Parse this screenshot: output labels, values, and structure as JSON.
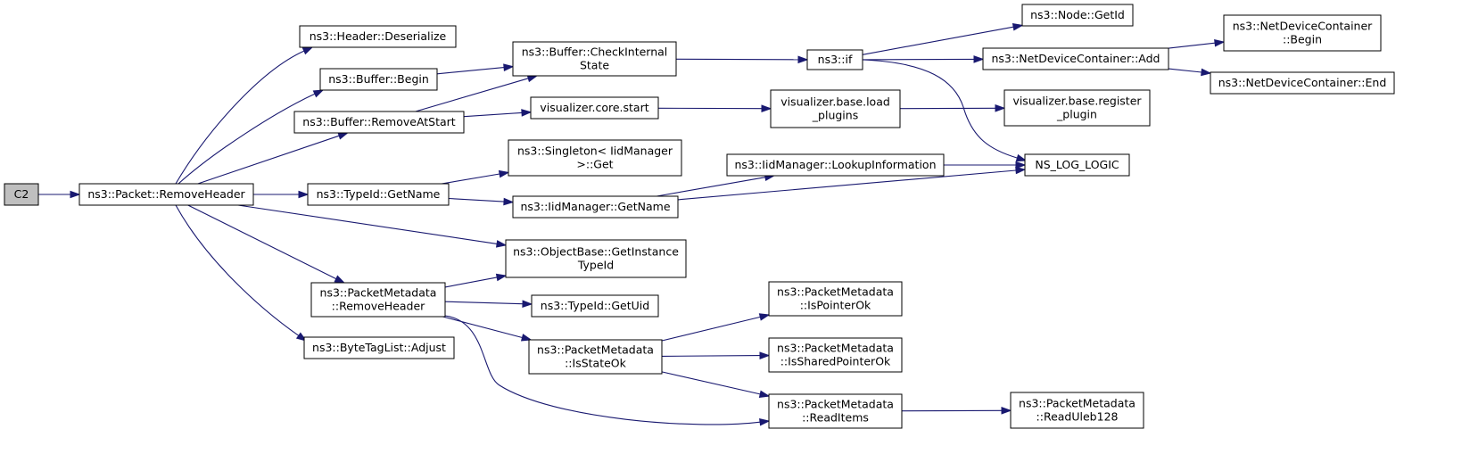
{
  "nodes": {
    "c2": {
      "lines": [
        "C2"
      ]
    },
    "remove_header": {
      "lines": [
        "ns3::Packet::RemoveHeader"
      ]
    },
    "header_deserialize": {
      "lines": [
        "ns3::Header::Deserialize"
      ]
    },
    "buffer_begin": {
      "lines": [
        "ns3::Buffer::Begin"
      ]
    },
    "buffer_remove_at_start": {
      "lines": [
        "ns3::Buffer::RemoveAtStart"
      ]
    },
    "typeid_get_name": {
      "lines": [
        "ns3::TypeId::GetName"
      ]
    },
    "object_base_get_instance_typeid": {
      "lines": [
        "ns3::ObjectBase::GetInstance",
        "TypeId"
      ]
    },
    "packet_metadata_remove_header": {
      "lines": [
        "ns3::PacketMetadata",
        "::RemoveHeader"
      ]
    },
    "byte_tag_list_adjust": {
      "lines": [
        "ns3::ByteTagList::Adjust"
      ]
    },
    "buffer_check_internal_state": {
      "lines": [
        "ns3::Buffer::CheckInternal",
        "State"
      ]
    },
    "visualizer_core_start": {
      "lines": [
        "visualizer.core.start"
      ]
    },
    "singleton_iid_manager_get": {
      "lines": [
        "ns3::Singleton< IidManager",
        ">::Get"
      ]
    },
    "iid_manager_get_name": {
      "lines": [
        "ns3::IidManager::GetName"
      ]
    },
    "typeid_get_uid": {
      "lines": [
        "ns3::TypeId::GetUid"
      ]
    },
    "packet_metadata_is_state_ok": {
      "lines": [
        "ns3::PacketMetadata",
        "::IsStateOk"
      ]
    },
    "ns3_if": {
      "lines": [
        "ns3::if"
      ]
    },
    "visualizer_base_load_plugins": {
      "lines": [
        "visualizer.base.load",
        "_plugins"
      ]
    },
    "iid_manager_lookup_information": {
      "lines": [
        "ns3::IidManager::LookupInformation"
      ]
    },
    "packet_metadata_is_pointer_ok": {
      "lines": [
        "ns3::PacketMetadata",
        "::IsPointerOk"
      ]
    },
    "packet_metadata_is_shared_pointer_ok": {
      "lines": [
        "ns3::PacketMetadata",
        "::IsSharedPointerOk"
      ]
    },
    "packet_metadata_read_items": {
      "lines": [
        "ns3::PacketMetadata",
        "::ReadItems"
      ]
    },
    "node_get_id": {
      "lines": [
        "ns3::Node::GetId"
      ]
    },
    "net_device_container_add": {
      "lines": [
        "ns3::NetDeviceContainer::Add"
      ]
    },
    "visualizer_base_register_plugin": {
      "lines": [
        "visualizer.base.register",
        "_plugin"
      ]
    },
    "ns_log_logic": {
      "lines": [
        "NS_LOG_LOGIC"
      ]
    },
    "packet_metadata_read_uleb128": {
      "lines": [
        "ns3::PacketMetadata",
        "::ReadUleb128"
      ]
    },
    "net_device_container_begin": {
      "lines": [
        "ns3::NetDeviceContainer",
        "::Begin"
      ]
    },
    "net_device_container_end": {
      "lines": [
        "ns3::NetDeviceContainer::End"
      ]
    }
  },
  "edges": [
    [
      "c2",
      "remove_header"
    ],
    [
      "remove_header",
      "header_deserialize"
    ],
    [
      "remove_header",
      "buffer_begin"
    ],
    [
      "remove_header",
      "buffer_remove_at_start"
    ],
    [
      "remove_header",
      "typeid_get_name"
    ],
    [
      "remove_header",
      "object_base_get_instance_typeid"
    ],
    [
      "remove_header",
      "packet_metadata_remove_header"
    ],
    [
      "remove_header",
      "byte_tag_list_adjust"
    ],
    [
      "buffer_begin",
      "buffer_check_internal_state"
    ],
    [
      "buffer_remove_at_start",
      "buffer_check_internal_state"
    ],
    [
      "buffer_remove_at_start",
      "visualizer_core_start"
    ],
    [
      "typeid_get_name",
      "singleton_iid_manager_get"
    ],
    [
      "typeid_get_name",
      "iid_manager_get_name"
    ],
    [
      "packet_metadata_remove_header",
      "object_base_get_instance_typeid"
    ],
    [
      "packet_metadata_remove_header",
      "typeid_get_uid"
    ],
    [
      "packet_metadata_remove_header",
      "packet_metadata_is_state_ok"
    ],
    [
      "packet_metadata_remove_header",
      "packet_metadata_read_items"
    ],
    [
      "buffer_check_internal_state",
      "ns3_if"
    ],
    [
      "visualizer_core_start",
      "visualizer_base_load_plugins"
    ],
    [
      "iid_manager_get_name",
      "iid_manager_lookup_information"
    ],
    [
      "iid_manager_get_name",
      "ns_log_logic"
    ],
    [
      "packet_metadata_is_state_ok",
      "packet_metadata_is_pointer_ok"
    ],
    [
      "packet_metadata_is_state_ok",
      "packet_metadata_is_shared_pointer_ok"
    ],
    [
      "packet_metadata_is_state_ok",
      "packet_metadata_read_items"
    ],
    [
      "ns3_if",
      "node_get_id"
    ],
    [
      "ns3_if",
      "net_device_container_add"
    ],
    [
      "ns3_if",
      "ns_log_logic"
    ],
    [
      "visualizer_base_load_plugins",
      "visualizer_base_register_plugin"
    ],
    [
      "iid_manager_lookup_information",
      "ns_log_logic"
    ],
    [
      "packet_metadata_read_items",
      "packet_metadata_read_uleb128"
    ],
    [
      "net_device_container_add",
      "net_device_container_begin"
    ],
    [
      "net_device_container_add",
      "net_device_container_end"
    ]
  ]
}
